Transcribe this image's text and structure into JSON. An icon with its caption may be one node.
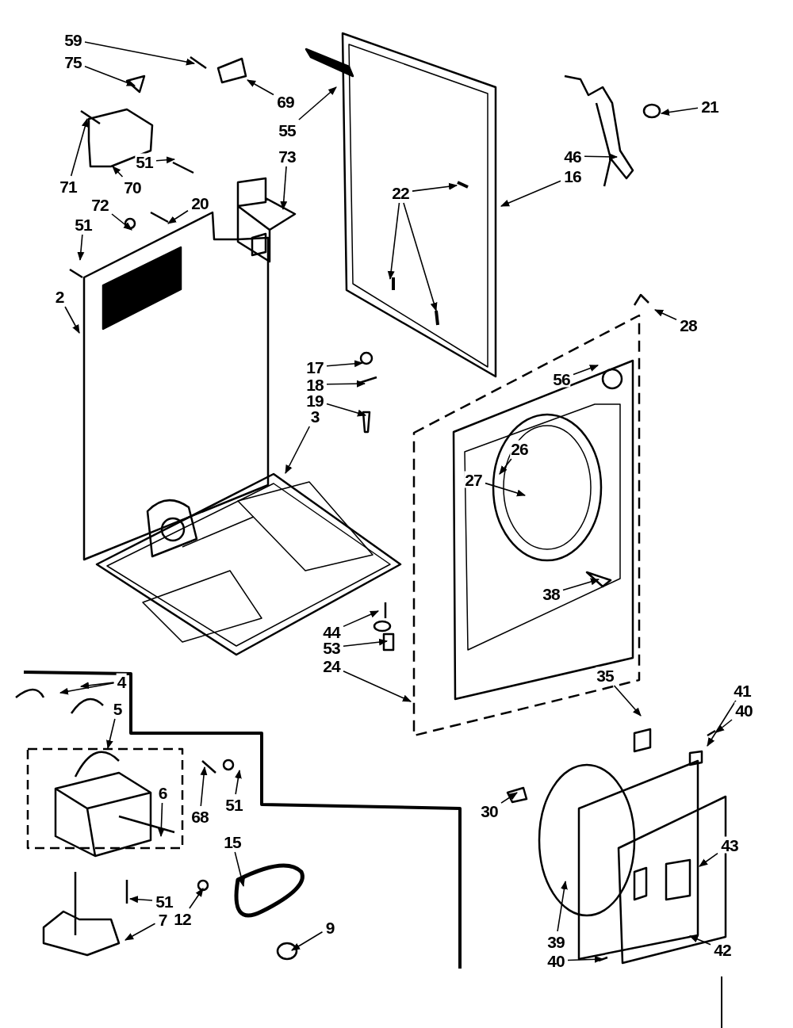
{
  "diagram": {
    "nodes": [
      {
        "text": [
          "59"
        ]
      },
      {
        "text": [
          "75"
        ]
      },
      {
        "text": [
          "69"
        ]
      },
      {
        "text": [
          "55"
        ]
      },
      {
        "text": [
          "73"
        ]
      },
      {
        "text": [
          "71"
        ]
      },
      {
        "text": [
          "51"
        ]
      },
      {
        "text": [
          "70"
        ]
      },
      {
        "text": [
          "20"
        ]
      },
      {
        "text": [
          "72"
        ]
      },
      {
        "text": [
          "51"
        ]
      },
      {
        "text": [
          "2"
        ]
      },
      {
        "text": [
          "22"
        ]
      },
      {
        "text": [
          "16"
        ]
      },
      {
        "text": [
          "21"
        ]
      },
      {
        "text": [
          "46"
        ]
      },
      {
        "text": [
          "28"
        ]
      },
      {
        "text": [
          "17"
        ]
      },
      {
        "text": [
          "18"
        ]
      },
      {
        "text": [
          "19"
        ]
      },
      {
        "text": [
          "3"
        ]
      },
      {
        "text": [
          "56"
        ]
      },
      {
        "text": [
          "26"
        ]
      },
      {
        "text": [
          "27"
        ]
      },
      {
        "text": [
          "38"
        ]
      },
      {
        "text": [
          "44"
        ]
      },
      {
        "text": [
          "53"
        ]
      },
      {
        "text": [
          "24"
        ]
      },
      {
        "text": [
          "4"
        ]
      },
      {
        "text": [
          "5"
        ]
      },
      {
        "text": [
          "35"
        ]
      },
      {
        "text": [
          "41"
        ]
      },
      {
        "text": [
          "40"
        ]
      },
      {
        "text": [
          "30"
        ]
      },
      {
        "text": [
          "6"
        ]
      },
      {
        "text": [
          "68"
        ]
      },
      {
        "text": [
          "51"
        ]
      },
      {
        "text": [
          "15"
        ]
      },
      {
        "text": [
          "43"
        ]
      },
      {
        "text": [
          "51"
        ]
      },
      {
        "text": [
          "7"
        ]
      },
      {
        "text": [
          "12"
        ]
      },
      {
        "text": [
          "9"
        ]
      },
      {
        "text": [
          "39"
        ]
      },
      {
        "text": [
          "40"
        ]
      },
      {
        "text": [
          "42"
        ]
      }
    ],
    "edges": [
      {
        "from": 0,
        "to": null,
        "arrow": "to"
      },
      {
        "from": 1,
        "to": null,
        "arrow": "to"
      },
      {
        "from": 2,
        "to": null,
        "arrow": "to"
      },
      {
        "from": 3,
        "to": null,
        "arrow": "to"
      },
      {
        "from": 4,
        "to": null,
        "arrow": "to"
      },
      {
        "from": 5,
        "to": null,
        "arrow": "to"
      },
      {
        "from": 6,
        "to": null,
        "arrow": "to"
      },
      {
        "from": 7,
        "to": null,
        "arrow": "to"
      },
      {
        "from": 8,
        "to": null,
        "arrow": "to"
      },
      {
        "from": 9,
        "to": null,
        "arrow": "to"
      },
      {
        "from": 10,
        "to": null,
        "arrow": "to"
      },
      {
        "from": 11,
        "to": null,
        "arrow": "to"
      },
      {
        "from": 12,
        "to": null,
        "arrow": "to"
      },
      {
        "from": 12,
        "to": null,
        "arrow": "to"
      },
      {
        "from": 12,
        "to": null,
        "arrow": "to"
      },
      {
        "from": 13,
        "to": null,
        "arrow": "to"
      },
      {
        "from": 14,
        "to": null,
        "arrow": "to"
      },
      {
        "from": 15,
        "to": null,
        "arrow": "to"
      },
      {
        "from": 16,
        "to": null,
        "arrow": "to"
      },
      {
        "from": 17,
        "to": null,
        "arrow": "to"
      },
      {
        "from": 18,
        "to": null,
        "arrow": "to"
      },
      {
        "from": 19,
        "to": null,
        "arrow": "to"
      },
      {
        "from": 20,
        "to": null,
        "arrow": "to"
      },
      {
        "from": 21,
        "to": null,
        "arrow": "to"
      },
      {
        "from": 22,
        "to": null,
        "arrow": "to"
      },
      {
        "from": 23,
        "to": null,
        "arrow": "to"
      },
      {
        "from": 24,
        "to": null,
        "arrow": "to"
      },
      {
        "from": 25,
        "to": null,
        "arrow": "to"
      },
      {
        "from": 26,
        "to": null,
        "arrow": "to"
      },
      {
        "from": 27,
        "to": null,
        "arrow": "to"
      },
      {
        "from": 28,
        "to": null,
        "arrow": "to"
      },
      {
        "from": 28,
        "to": null,
        "arrow": "to"
      },
      {
        "from": 29,
        "to": null,
        "arrow": "to"
      },
      {
        "from": 30,
        "to": null,
        "arrow": "to"
      },
      {
        "from": 31,
        "to": null,
        "arrow": "to"
      },
      {
        "from": 32,
        "to": null,
        "arrow": "to"
      },
      {
        "from": 33,
        "to": null,
        "arrow": "to"
      },
      {
        "from": 34,
        "to": null,
        "arrow": "to"
      },
      {
        "from": 35,
        "to": null,
        "arrow": "to"
      },
      {
        "from": 36,
        "to": null,
        "arrow": "to"
      },
      {
        "from": 37,
        "to": null,
        "arrow": "to"
      },
      {
        "from": 38,
        "to": null,
        "arrow": "to"
      },
      {
        "from": 39,
        "to": null,
        "arrow": "to"
      },
      {
        "from": 40,
        "to": null,
        "arrow": "to"
      },
      {
        "from": 41,
        "to": null,
        "arrow": "to"
      },
      {
        "from": 42,
        "to": null,
        "arrow": "to"
      },
      {
        "from": 43,
        "to": null,
        "arrow": "to"
      },
      {
        "from": 44,
        "to": null,
        "arrow": "to"
      },
      {
        "from": 45,
        "to": null,
        "arrow": "to"
      }
    ]
  }
}
